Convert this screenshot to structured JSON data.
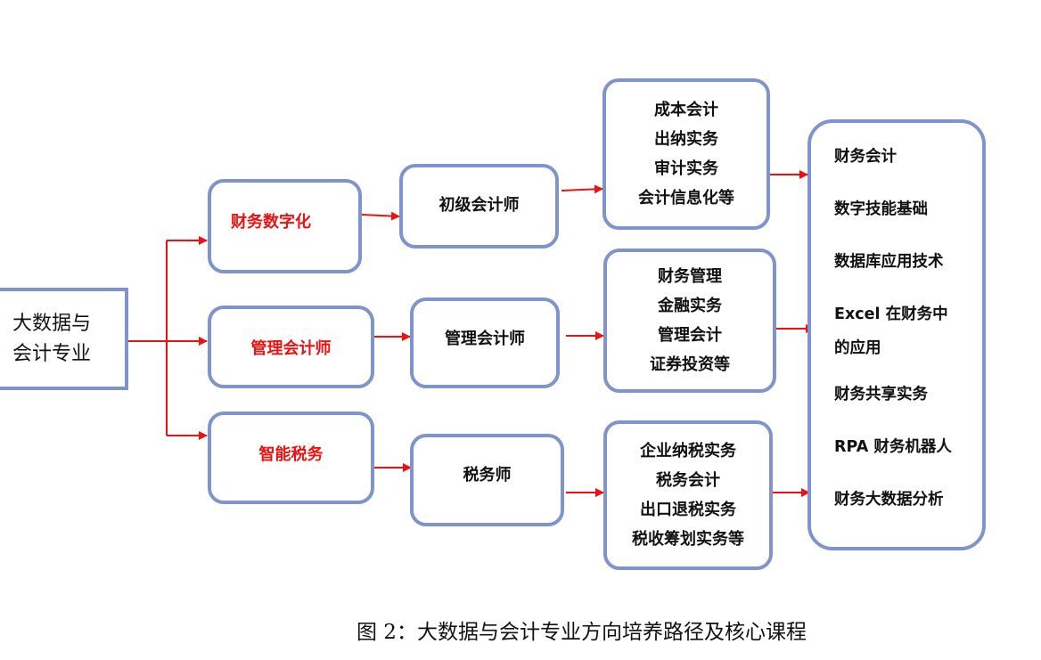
{
  "root": {
    "line1": "大数据与",
    "line2": "会计专业"
  },
  "directions": [
    "财务数字化",
    "管理会计师",
    "智能税务"
  ],
  "certificates": [
    "初级会计师",
    "管理会计师",
    "税务师"
  ],
  "skills": [
    [
      "成本会计",
      "出纳实务",
      "审计实务",
      "会计信息化等"
    ],
    [
      "财务管理",
      "金融实务",
      "管理会计",
      "证券投资等"
    ],
    [
      "企业纳税实务",
      "税务会计",
      "出口退税实务",
      "税收筹划实务等"
    ]
  ],
  "core_courses": [
    "财务会计",
    "数字技能基础",
    "数据库应用技术",
    "Excel 在财务中的应用",
    "财务共享实务",
    "RPA 财务机器人",
    "财务大数据分析"
  ],
  "core_course_4_lines": [
    "Excel 在财务中",
    "的应用"
  ],
  "caption": "图 2：大数据与会计专业方向培养路径及核心课程",
  "colors": {
    "border": "#7f93cc",
    "arrow": "#ee1111",
    "direction_text": "#ee1111"
  }
}
